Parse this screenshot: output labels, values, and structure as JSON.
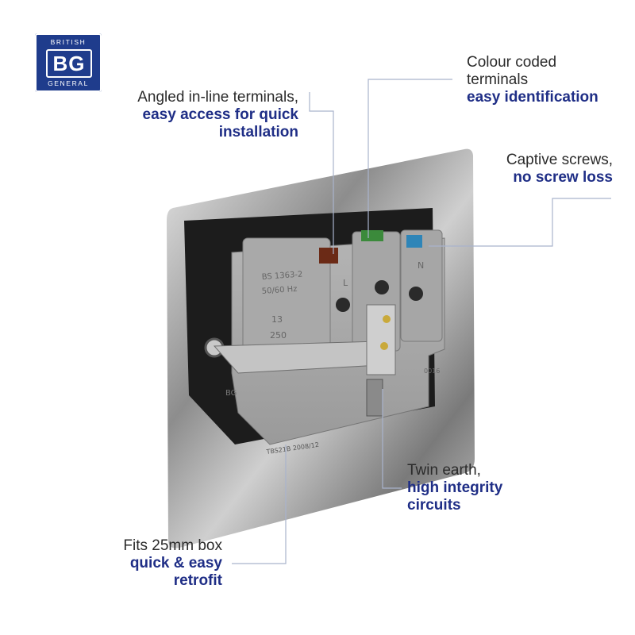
{
  "logo": {
    "top": "BRITISH",
    "mark": "BG",
    "bottom": "GENERAL"
  },
  "callouts": {
    "angled": {
      "line1": "Angled in-line terminals,",
      "em1": "easy access for quick",
      "em2": "installation"
    },
    "colour": {
      "line1": "Colour coded",
      "line2": "terminals",
      "em1": "easy identification"
    },
    "captive": {
      "line1": "Captive screws,",
      "em1": "no screw loss"
    },
    "twin": {
      "line1": "Twin earth,",
      "em1": "high integrity",
      "em2": "circuits"
    },
    "fits": {
      "line1": "Fits 25mm box",
      "em1": "quick & easy",
      "em2": "retrofit"
    }
  },
  "product_labels": {
    "standard": "BS 1363-2",
    "frequency": "50/60 Hz",
    "rating_top": "13",
    "rating_bottom": "250",
    "terminal_l": "L",
    "terminal_n": "N",
    "brand_tab": "BG",
    "code": "0016",
    "model": "TBS21B 2008/12"
  },
  "colors": {
    "accent": "#1f2e86",
    "logo": "#1f3c8c",
    "leader": "#a9b3cc"
  }
}
